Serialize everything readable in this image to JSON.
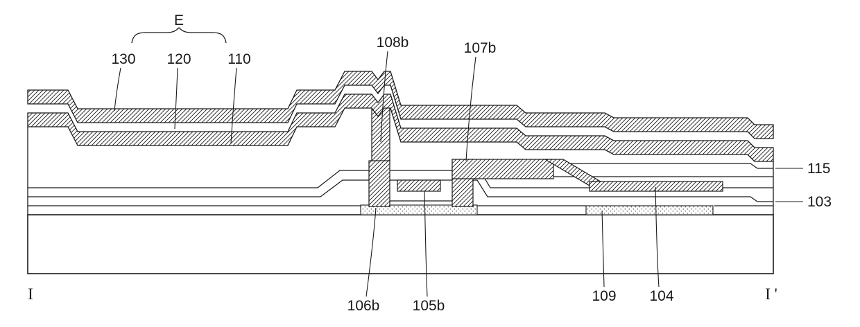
{
  "colors": {
    "stroke": "#1a1a1a",
    "background": "#ffffff"
  },
  "figure": {
    "kind": "patent-style semiconductor cross-section",
    "brace_group": {
      "label": "E"
    },
    "layer_stack_callouts": [
      {
        "ref": "130",
        "text": "130"
      },
      {
        "ref": "120",
        "text": "120"
      },
      {
        "ref": "110",
        "text": "110"
      }
    ],
    "feature_callouts": [
      {
        "ref": "108b",
        "text": "108b"
      },
      {
        "ref": "107b",
        "text": "107b"
      },
      {
        "ref": "106b",
        "text": "106b"
      },
      {
        "ref": "105b",
        "text": "105b"
      },
      {
        "ref": "109",
        "text": "109"
      },
      {
        "ref": "104",
        "text": "104"
      }
    ],
    "right_layer_callouts": [
      {
        "ref": "115",
        "text": "115"
      },
      {
        "ref": "103",
        "text": "103"
      }
    ],
    "section_markers": {
      "left": "I",
      "right": "I '"
    }
  }
}
